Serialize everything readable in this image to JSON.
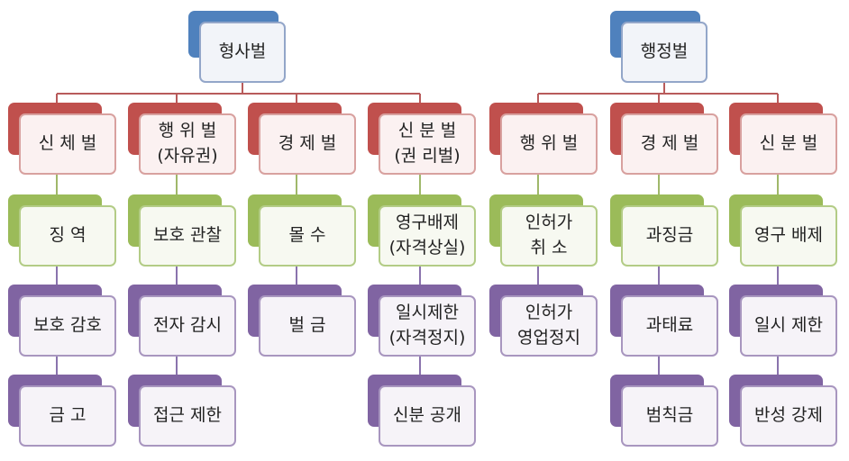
{
  "colors": {
    "root": "#4f81bd",
    "category": "#c0504d",
    "level2": "#9bbb59",
    "level3": "#8064a2",
    "connector_root": "#b85b5b",
    "connector_category": "#a0b86a",
    "connector_lower": "#8a73ad"
  },
  "criminal": {
    "title": "형사벌",
    "columns": [
      {
        "category": "신 체 벌",
        "items": [
          "징   역",
          "보호 감호",
          "금   고"
        ]
      },
      {
        "category": "행 위 벌\n(자유권)",
        "items": [
          "보호 관찰",
          "전자 감시",
          "접근 제한"
        ]
      },
      {
        "category": "경 제 벌",
        "items": [
          "몰   수",
          "벌   금"
        ]
      },
      {
        "category": "신 분 벌\n(권 리벌)",
        "items": [
          "영구배제\n(자격상실)",
          "일시제한\n(자격정지)",
          "신분 공개"
        ]
      }
    ]
  },
  "administrative": {
    "title": "행정벌",
    "columns": [
      {
        "category": "행 위 벌",
        "items": [
          "인허가\n취   소",
          "인허가\n영업정지"
        ]
      },
      {
        "category": "경 제 벌",
        "items": [
          "과징금",
          "과태료",
          "범칙금"
        ]
      },
      {
        "category": "신 분 벌",
        "items": [
          "영구 배제",
          "일시 제한",
          "반성 강제"
        ]
      }
    ]
  }
}
